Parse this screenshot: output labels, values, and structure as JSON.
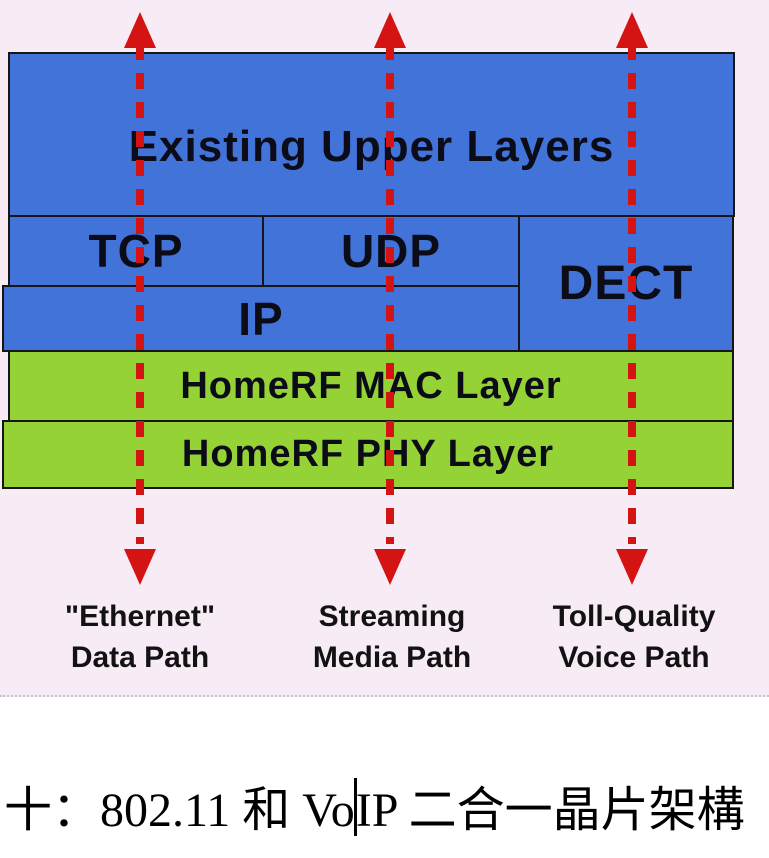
{
  "colors": {
    "box_blue": "#4273d9",
    "box_green": "#94d235",
    "arrow_red": "#d41313",
    "background_pink": "#f7ebf5",
    "border_black": "#161616"
  },
  "stack": {
    "upper": "Existing Upper Layers",
    "tcp": "TCP",
    "udp": "UDP",
    "dect": "DECT",
    "ip": "IP",
    "mac": "HomeRF MAC Layer",
    "phy": "HomeRF PHY Layer"
  },
  "paths": [
    {
      "line1": "\"Ethernet\"",
      "line2": "Data Path"
    },
    {
      "line1": "Streaming",
      "line2": "Media Path"
    },
    {
      "line1": "Toll-Quality",
      "line2": "Voice Path"
    }
  ],
  "caption": {
    "full": "十：802.11 和 VoIP 二合一晶片架構",
    "before_cursor": "十：802.11 和 Vo",
    "after_cursor": "IP 二合一晶片架構"
  }
}
